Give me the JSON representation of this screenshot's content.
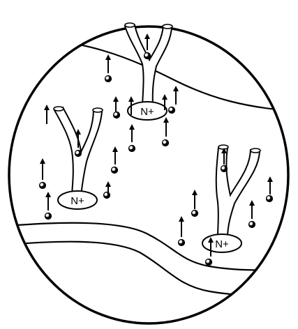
{
  "colors": {
    "ink": "#000000",
    "paper": "#ffffff"
  },
  "labels": {
    "top_complex": "N+",
    "left_complex": "N+",
    "right_complex": "N+"
  },
  "icons": {
    "particle": "sphere-icon",
    "direction": "arrow-up-icon"
  }
}
